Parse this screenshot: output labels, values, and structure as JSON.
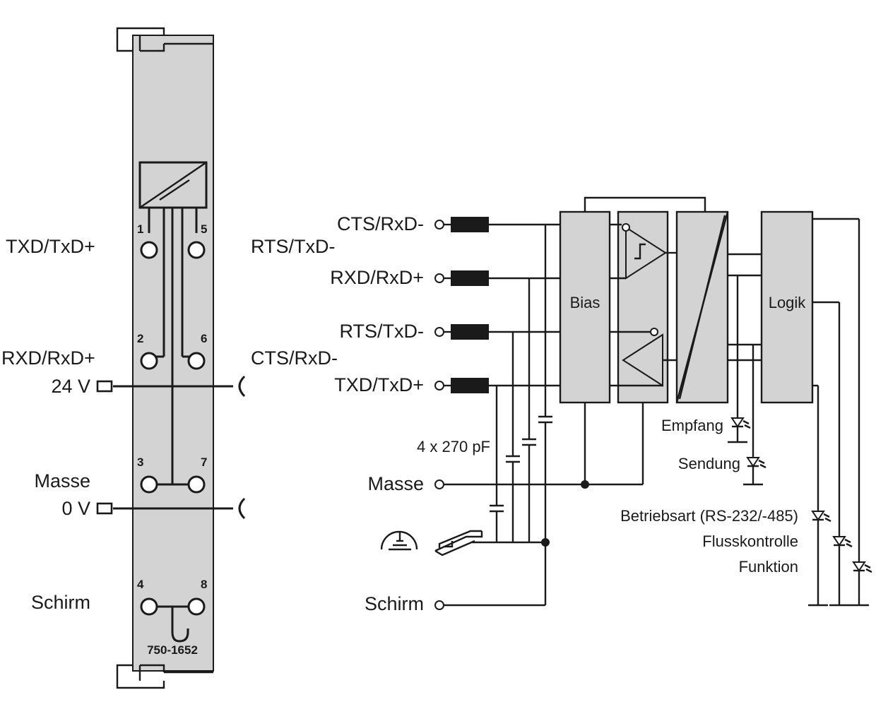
{
  "module": {
    "part_number": "750-1652",
    "pin_numbers": [
      "1",
      "2",
      "3",
      "4",
      "5",
      "6",
      "7",
      "8"
    ],
    "left_labels": [
      "TXD/TxD+",
      "RXD/RxD+",
      "Masse",
      "Schirm"
    ],
    "right_labels": [
      "RTS/TxD-",
      "CTS/RxD-"
    ],
    "supply_labels": [
      "24 V",
      "0 V"
    ]
  },
  "schematic": {
    "inputs": [
      "CTS/RxD-",
      "RXD/RxD+",
      "RTS/TxD-",
      "TXD/TxD+"
    ],
    "capacitor_label": "4 x 270 pF",
    "masse_label": "Masse",
    "schirm_label": "Schirm",
    "bias_label": "Bias",
    "logik_label": "Logik",
    "led_labels": {
      "empfang": "Empfang",
      "sendung": "Sendung",
      "betriebsart": "Betriebsart (RS-232/-485)",
      "flusskontrolle": "Flusskontrolle",
      "funktion": "Funktion"
    }
  },
  "colors": {
    "module_fill": "#d3d3d3",
    "line": "#1a1a1a",
    "background": "#ffffff"
  }
}
